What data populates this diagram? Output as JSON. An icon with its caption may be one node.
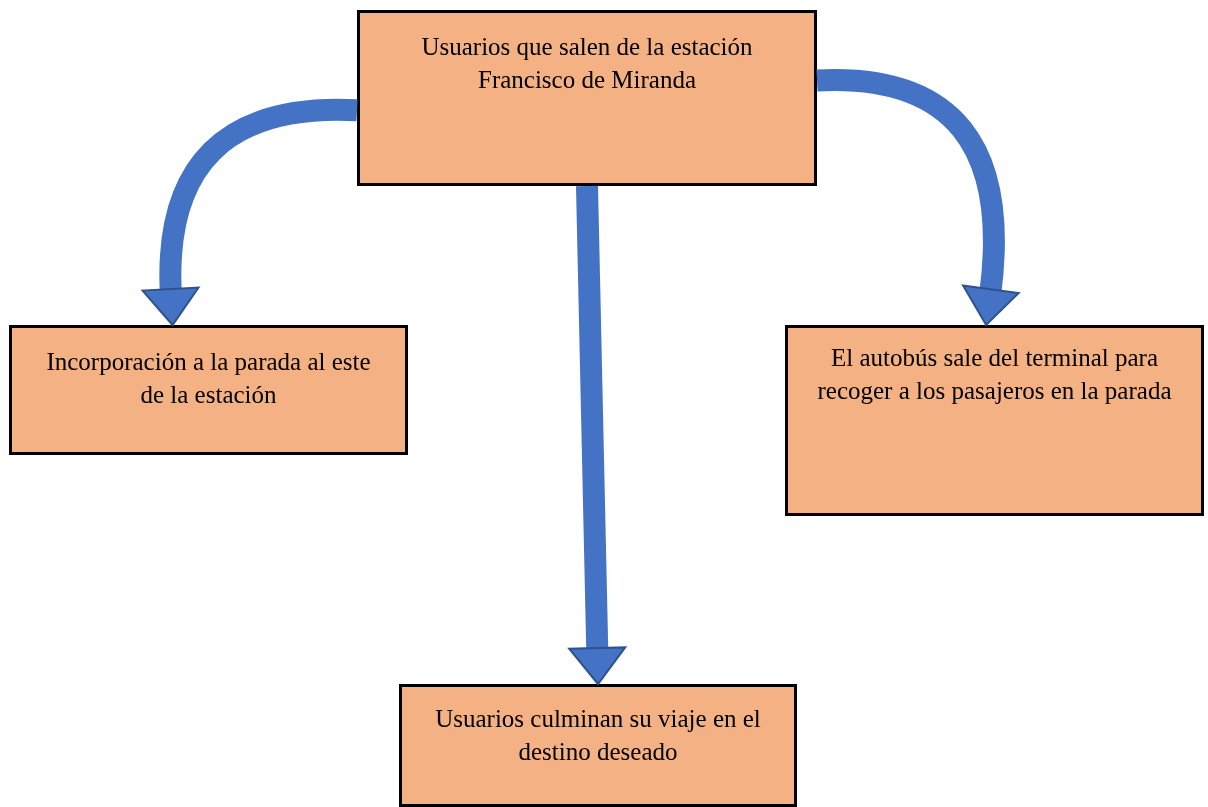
{
  "diagram": {
    "nodes": [
      {
        "text": [
          "Usuarios que salen de la estación Francisco de Miranda"
        ]
      },
      {
        "text": [
          "Incorporación a la parada al este de la estación"
        ]
      },
      {
        "text": [
          "El autobús sale del terminal para recoger a los pasajeros en la parada"
        ]
      },
      {
        "text": [
          "Usuarios culminan su viaje en el destino deseado"
        ]
      }
    ],
    "edges": [
      {
        "from": 0,
        "to": 1,
        "arrow": "to"
      },
      {
        "from": 0,
        "to": 2,
        "arrow": "to"
      },
      {
        "from": 0,
        "to": 3,
        "arrow": "to"
      }
    ]
  }
}
